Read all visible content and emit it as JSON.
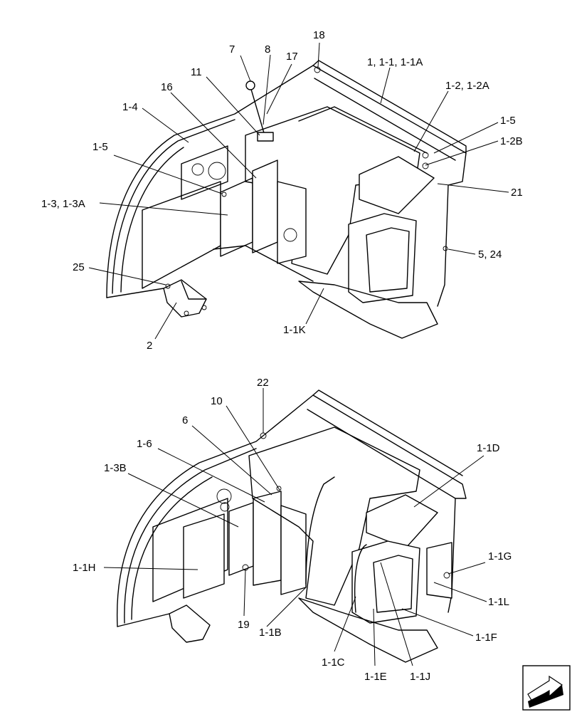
{
  "diagram": {
    "top_view": {
      "callouts": [
        "7",
        "8",
        "17",
        "18",
        "11",
        "16",
        "1-4",
        "1, 1-1, 1-1A",
        "1-2, 1-2A",
        "1-5",
        "1-2B",
        "1-5",
        "21",
        "1-3, 1-3A",
        "5, 24",
        "25",
        "2",
        "1-1K"
      ]
    },
    "bottom_view": {
      "callouts": [
        "22",
        "10",
        "6",
        "1-6",
        "1-3B",
        "1-1D",
        "1-1G",
        "1-1H",
        "1-1L",
        "19",
        "1-1B",
        "1-1F",
        "1-1C",
        "1-1E",
        "1-1J"
      ]
    },
    "nav_icon": "next-page-arrow-icon"
  }
}
